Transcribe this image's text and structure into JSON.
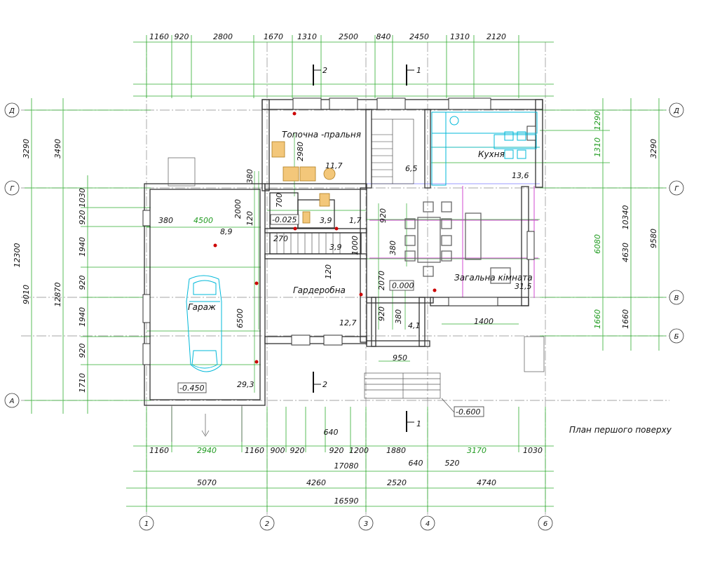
{
  "title": "План першого поверху",
  "axes_letters": [
    "Д",
    "Г",
    "В",
    "Б",
    "А"
  ],
  "axes_numbers": [
    "1",
    "2",
    "3",
    "4",
    "6"
  ],
  "sections": [
    "1",
    "2"
  ],
  "rooms": [
    {
      "name": "Топочна -пральня",
      "area": "11,7"
    },
    {
      "name": "Кухня",
      "area": "13,6"
    },
    {
      "name": "Загальна кімната",
      "area": "31,5"
    },
    {
      "name": "Гардеробна",
      "area": "12,7"
    },
    {
      "name": "Гараж",
      "area": "29,3"
    },
    {
      "name": "",
      "area": "6,5"
    },
    {
      "name": "",
      "area": "8,9"
    },
    {
      "name": "",
      "area": "3,9"
    },
    {
      "name": "",
      "area": "1,7"
    },
    {
      "name": "",
      "area": "3,9"
    },
    {
      "name": "",
      "area": "4,1"
    }
  ],
  "levels": [
    "-0.025",
    "0.000",
    "-0.450",
    "-0.600"
  ],
  "top_dims": [
    "1160",
    "920",
    "2800",
    "1670",
    "1310",
    "2500",
    "840",
    "2450",
    "1310",
    "2120"
  ],
  "bottom_dims_row1": [
    "1160",
    "2940",
    "1160",
    "900",
    "920",
    "920",
    "1200",
    "1880",
    "3170",
    "1030"
  ],
  "bottom_dims_extra": [
    "640",
    "640",
    "520"
  ],
  "bottom_total_1": "17080",
  "bottom_dims_row3": [
    "5070",
    "4260",
    "2520",
    "4740"
  ],
  "bottom_total_2": "16590",
  "left_dims_outer": [
    "3290",
    "9010"
  ],
  "left_total": "12300",
  "left_dims_mid": [
    "3490"
  ],
  "left_total_mid": "12870",
  "left_dims_inner": [
    "1030",
    "920",
    "1940",
    "920",
    "1940",
    "920",
    "1710"
  ],
  "right_dims_inner": [
    "1290",
    "1310",
    "6080",
    "1660"
  ],
  "right_dims_mid": [
    "10340",
    "4630",
    "1660"
  ],
  "right_dims_outer": [
    "3290",
    "9580"
  ],
  "interior_dims": [
    "380",
    "4500",
    "2000",
    "120",
    "380",
    "700",
    "2980",
    "270",
    "920",
    "380",
    "1000",
    "120",
    "2070",
    "920",
    "380",
    "6500",
    "1400",
    "950"
  ]
}
